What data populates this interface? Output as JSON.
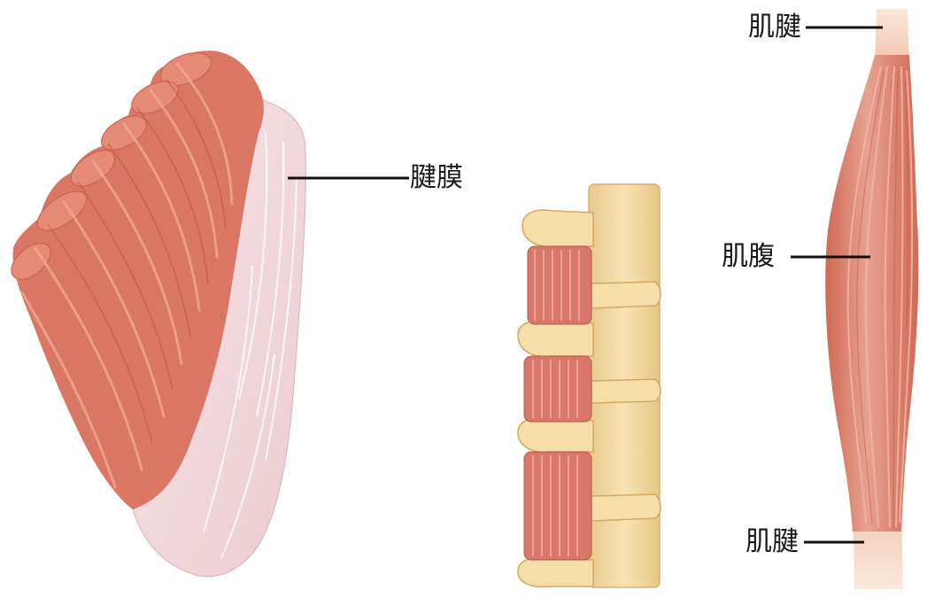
{
  "labels": {
    "aponeurosis": "腱膜",
    "tendon_top": "肌腱",
    "belly": "肌腹",
    "tendon_bottom": "肌腱"
  },
  "colors": {
    "muscle": "#e08a78",
    "muscle_dark": "#c9604c",
    "muscle_light": "#f0b0a0",
    "tendon": "#f3dede",
    "aponeurosis": "#f2d9dc",
    "bone": "#f5dca6",
    "bone_dark": "#e2bd78",
    "line": "#111111"
  }
}
